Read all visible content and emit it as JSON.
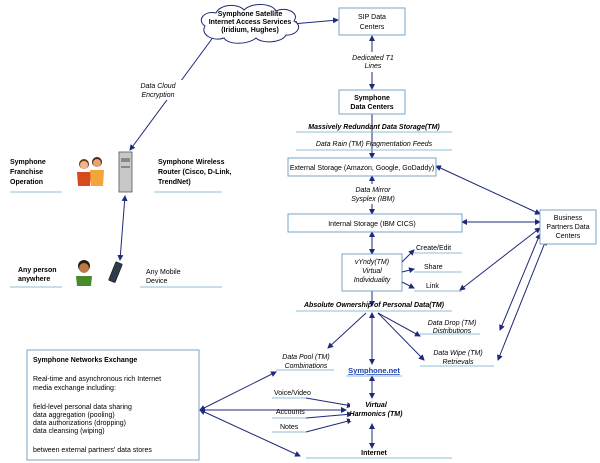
{
  "satellite": {
    "line1": "Symphone Satellite",
    "line2": "Internet Access Services",
    "line3": "(Iridium, Hughes)"
  },
  "sip": {
    "line1": "SIP Data",
    "line2": "Centers"
  },
  "t1": {
    "line1": "Dedicated T1",
    "line2": "Lines"
  },
  "data_centers": {
    "line1": "Symphone",
    "line2": "Data Centers"
  },
  "massive_storage": "Massively Redundant Data Storage(TM)",
  "data_rain": "Data Rain (TM) Fragmentation Feeds",
  "external_storage": "External Storage (Amazon, Google, GoDaddy)",
  "data_mirror": {
    "line1": "Data Mirror",
    "line2": "Sysplex (IBM)"
  },
  "internal_storage": "Internal Storage (IBM CICS)",
  "vyndy": {
    "line1": "vYndy(TM)",
    "line2": "Virtual",
    "line3": "Individuality"
  },
  "create_edit": "Create/Edit",
  "share": "Share",
  "link": "Link",
  "absolute_ownership": "Absolute Ownership of Personal Data(TM)",
  "data_drop": {
    "line1": "Data Drop (TM)",
    "line2": "Distributions"
  },
  "data_wipe": {
    "line1": "Data Wipe (TM)",
    "line2": "Retrievals"
  },
  "data_pool": {
    "line1": "Data Pool (TM)",
    "line2": "Combinations"
  },
  "symphone_net": "Symphone.net",
  "voice_video": "Voice/Video",
  "accounts": "Accounts",
  "notes": "Notes",
  "virtual_harmonics": {
    "line1": "Virtual",
    "line2": "Harmonics (TM)"
  },
  "internet": "Internet",
  "business_partners": {
    "line1": "Business",
    "line2": "Partners Data",
    "line3": "Centers"
  },
  "data_cloud": {
    "line1": "Data Cloud",
    "line2": "Encryption"
  },
  "franchise": {
    "line1": "Symphone",
    "line2": "Franchise",
    "line3": "Operation"
  },
  "router": {
    "line1": "Symphone Wireless",
    "line2": "Router (Cisco, D-Link,",
    "line3": "TrendNet)"
  },
  "any_person": {
    "line1": "Any person",
    "line2": "anywhere"
  },
  "mobile": {
    "line1": "Any Mobile",
    "line2": "Device"
  },
  "exchange": {
    "title": "Symphone Networks Exchange",
    "desc1": "Real-time and asynchronous rich Internet",
    "desc2": "media exchange including:",
    "item1": "field-level personal data sharing",
    "item2": "data aggregation (pooling)",
    "item3": "data authorizations (dropping)",
    "item4": "data cleansing (wiping)",
    "footer": "between external partners' data stores"
  },
  "colors": {
    "lines": "#1f2a78",
    "box_border": "#7aa6c4",
    "link_blue": "#1a3fb0"
  }
}
